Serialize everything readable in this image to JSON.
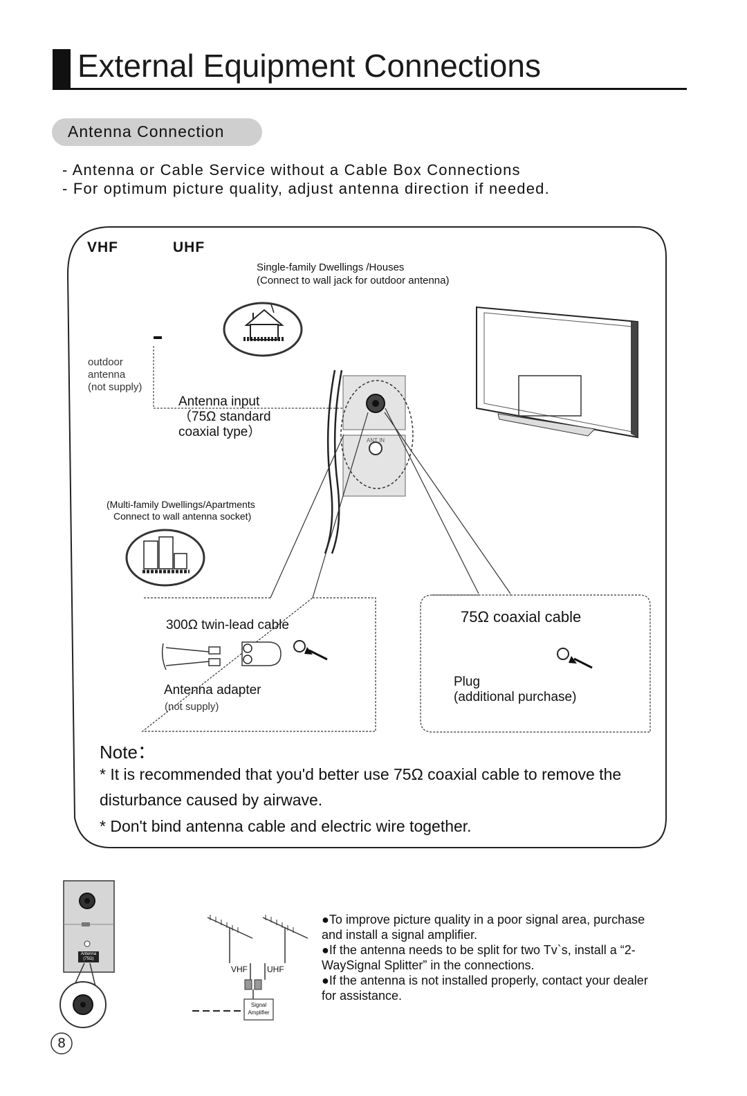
{
  "header": {
    "title": "External Equipment Connections"
  },
  "section": {
    "label": "Antenna Connection"
  },
  "intro": [
    "- Antenna or Cable Service without a Cable Box Connections",
    "- For optimum picture quality, adjust antenna direction if needed."
  ],
  "diagram": {
    "vhf": "VHF",
    "uhf": "UHF",
    "single_family": [
      "Single-family Dwellings /Houses",
      "(Connect to wall jack for outdoor antenna)"
    ],
    "outdoor_antenna": [
      "outdoor",
      "antenna",
      "(not supply)"
    ],
    "antenna_input": [
      "Antenna input",
      "（75Ω standard",
      "coaxial type）"
    ],
    "ant_in": "ANT  IN",
    "multi_family": [
      "(Multi-family Dwellings/Apartments",
      "Connect to wall antenna socket)"
    ],
    "twin_lead": "300Ω twin-lead cable",
    "antenna_adapter": "Antenna adapter",
    "adapter_not_supply": "(not supply)",
    "coaxial": "75Ω coaxial cable",
    "plug": [
      "Plug",
      "(additional purchase)"
    ]
  },
  "note": {
    "title": "Note：",
    "lines": [
      "* It is recommended that you'd better use 75Ω coaxial cable to remove  the",
      "disturbance caused by airwave.",
      "* Don't bind antenna cable and electric wire together."
    ]
  },
  "bottom": {
    "panel_label": [
      "Antenna",
      "(75Ω)"
    ],
    "vhf": "VHF",
    "uhf": "UHF",
    "amplifier": [
      "Signal",
      "Amplifier"
    ],
    "tips": [
      "●To improve picture quality in a poor signal area, purchase",
      "and install a signal amplifier.",
      "●If the antenna needs to be split for two Tv`s, install a “2-",
      "WaySignal Splitter” in the connections.",
      "●If the antenna is not installed properly, contact your dealer",
      "for assistance."
    ]
  },
  "page_number": "8"
}
